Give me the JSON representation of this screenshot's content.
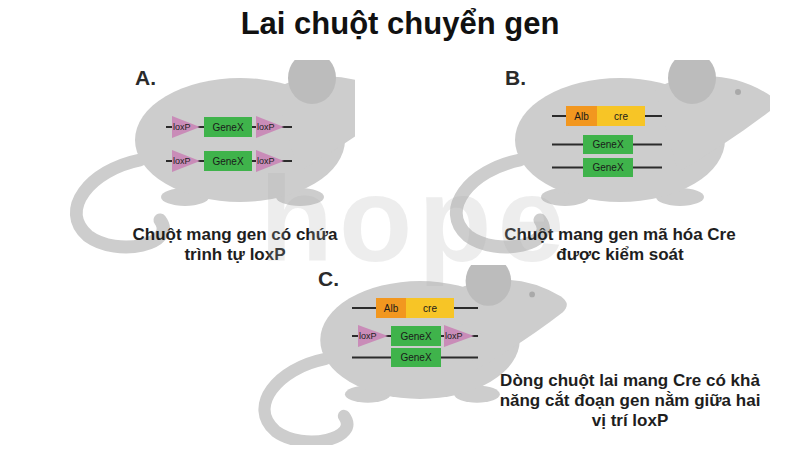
{
  "diagram": {
    "title": "Lai chuột chuyển gen",
    "nodes": [
      {
        "text": [
          "A.",
          "Chuột mang gen có chứa trình tự loxP"
        ]
      },
      {
        "text": [
          "loxP"
        ],
        "in": 0
      },
      {
        "text": [
          "GeneX"
        ],
        "in": 0
      },
      {
        "text": [
          "loxP"
        ],
        "in": 0
      },
      {
        "text": [
          "loxP"
        ],
        "in": 0
      },
      {
        "text": [
          "GeneX"
        ],
        "in": 0
      },
      {
        "text": [
          "loxP"
        ],
        "in": 0
      },
      {
        "text": [
          "B.",
          "Chuột mang gen mã hóa Cre được kiểm soát"
        ]
      },
      {
        "text": [
          "Alb"
        ],
        "in": 7
      },
      {
        "text": [
          "cre"
        ],
        "in": 7
      },
      {
        "text": [
          "GeneX"
        ],
        "in": 7
      },
      {
        "text": [
          "GeneX"
        ],
        "in": 7
      },
      {
        "text": [
          "C.",
          "Dòng chuột lai mang Cre có khả năng cắt đoạn gen nằm giữa hai vị trí loxP"
        ]
      },
      {
        "text": [
          "Alb"
        ],
        "in": 12
      },
      {
        "text": [
          "cre"
        ],
        "in": 12
      },
      {
        "text": [
          "loxP"
        ],
        "in": 12
      },
      {
        "text": [
          "GeneX"
        ],
        "in": 12
      },
      {
        "text": [
          "loxP"
        ],
        "in": 12
      },
      {
        "text": [
          "GeneX"
        ],
        "in": 12
      }
    ],
    "edges": [
      {
        "from": 1,
        "to": 2,
        "arrow": "none"
      },
      {
        "from": 2,
        "to": 3,
        "arrow": "none"
      },
      {
        "from": 4,
        "to": 5,
        "arrow": "none"
      },
      {
        "from": 5,
        "to": 6,
        "arrow": "none"
      },
      {
        "from": 15,
        "to": 16,
        "arrow": "none"
      },
      {
        "from": 16,
        "to": 17,
        "arrow": "none"
      }
    ],
    "labels": [
      "hope"
    ]
  }
}
